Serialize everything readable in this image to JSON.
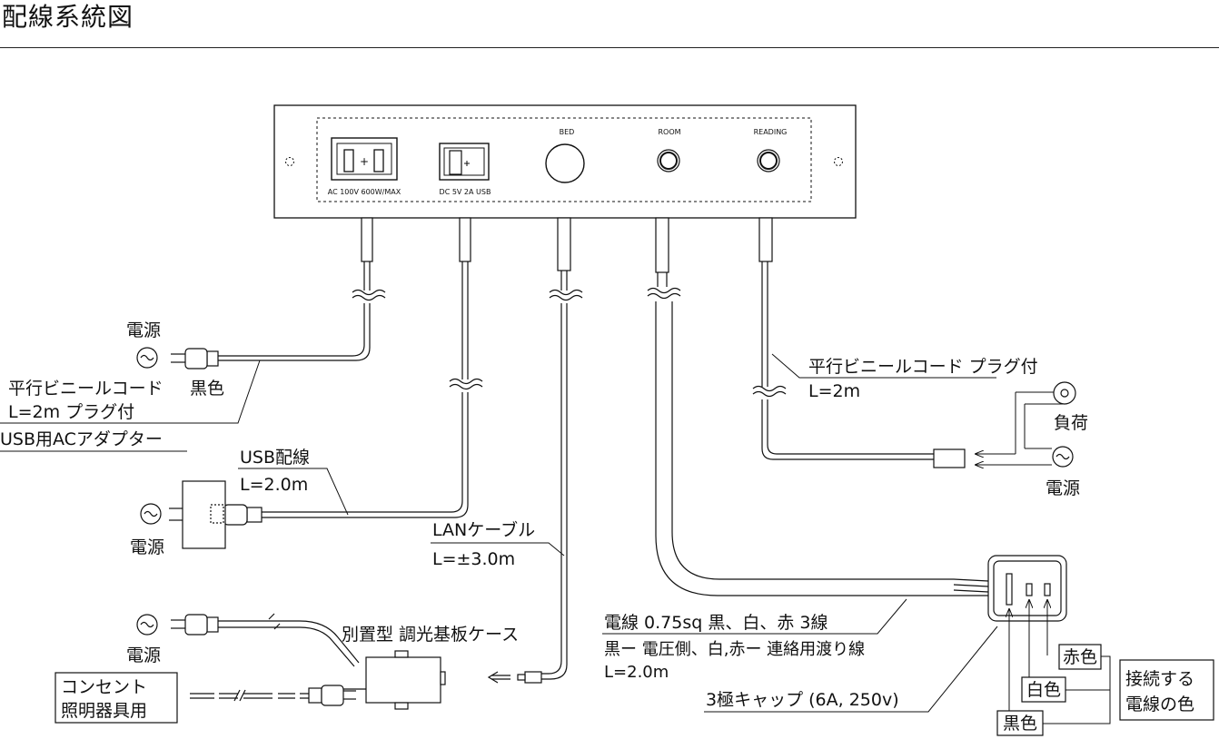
{
  "title": "配線系統図",
  "panel": {
    "outlet_symbol": "+",
    "outlet_label": "AC 100V 600W/MAX",
    "usb_label": "DC 5V 2A USB",
    "bed_label": "BED",
    "room_label": "ROOM",
    "reading_label": "READING"
  },
  "labels": {
    "power_top": "電源",
    "cord1_line1": "平行ビニールコード",
    "cord1_black": "黒色",
    "cord1_line2": "L=2m プラグ付",
    "usb_adapter": "USB用ACアダプター",
    "usb_wire": "USB配線",
    "usb_length": "L=2.0m",
    "power_usb": "電源",
    "lan_cable": "LANケーブル",
    "lan_length": "L=±3.0m",
    "power_dimmer": "電源",
    "dimmer_case": "別置型 調光基板ケース",
    "outlet_box_line1": "コンセント",
    "outlet_box_line2": "照明器具用",
    "right_cord": "平行ビニールコード プラグ付",
    "right_length": "L=2m",
    "load": "負荷",
    "power_right": "電源",
    "wire_spec": "電線 0.75sq 黒、白、赤 3線",
    "wire_note": "黒ー 電圧側、白,赤ー 連絡用渡り線",
    "wire_length": "L=2.0m",
    "cap_spec": "3極キャップ (6A, 250v)",
    "red": "赤色",
    "white": "白色",
    "black": "黒色",
    "connect_line1": "接続する",
    "connect_line2": "電線の色"
  }
}
